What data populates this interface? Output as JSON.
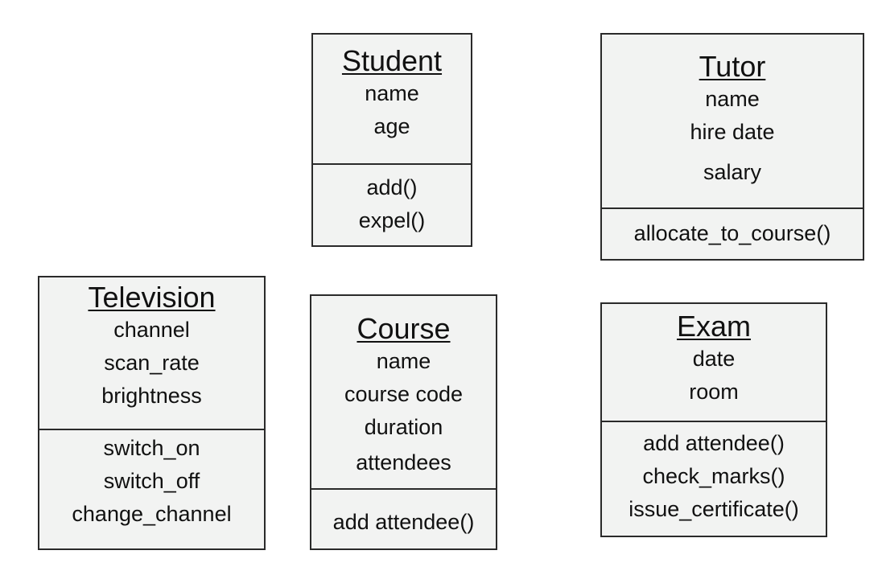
{
  "classes": {
    "student": {
      "name": "Student",
      "attributes": [
        "name",
        "age"
      ],
      "methods": [
        "add()",
        "expel()"
      ]
    },
    "tutor": {
      "name": "Tutor",
      "attributes": [
        "name",
        "hire date",
        "salary"
      ],
      "methods": [
        "allocate_to_course()"
      ]
    },
    "television": {
      "name": "Television",
      "attributes": [
        "channel",
        "scan_rate",
        "brightness"
      ],
      "methods": [
        "switch_on",
        "switch_off",
        "change_channel"
      ]
    },
    "course": {
      "name": "Course",
      "attributes": [
        "name",
        "course code",
        "duration",
        "attendees"
      ],
      "methods": [
        "add attendee()"
      ]
    },
    "exam": {
      "name": "Exam",
      "attributes": [
        "date",
        "room"
      ],
      "methods": [
        "add attendee()",
        "check_marks()",
        "issue_certificate()"
      ]
    }
  }
}
